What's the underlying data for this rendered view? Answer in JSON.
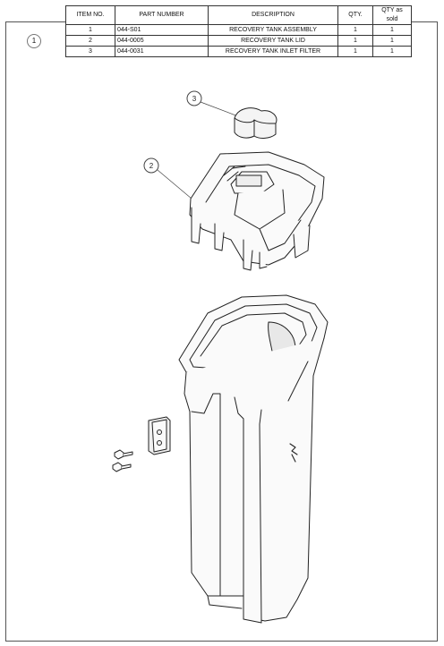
{
  "bom": {
    "headers": [
      "ITEM NO.",
      "PART NUMBER",
      "DESCRIPTION",
      "QTY.",
      "QTY as sold"
    ],
    "rows": [
      [
        "1",
        "044-S01",
        "RECOVERY TANK ASSEMBLY",
        "1",
        "1"
      ],
      [
        "2",
        "044-0005",
        "RECOVERY TANK LID",
        "1",
        "1"
      ],
      [
        "3",
        "044-0031",
        "RECOVERY TANK INLET FILTER",
        "1",
        "1"
      ]
    ]
  },
  "balloons": {
    "assembly": "1",
    "lid": "2",
    "filter": "3"
  }
}
